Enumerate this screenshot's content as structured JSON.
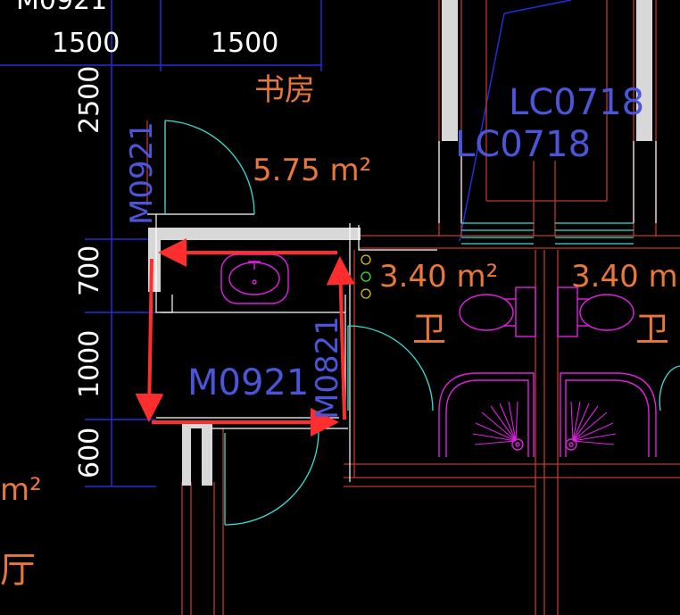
{
  "colors": {
    "background": "#000000",
    "wall_fill": "#d8d8d8",
    "red_line": "#c0392b",
    "blue_dim": "#1f2fd8",
    "blue_text": "#4b55d8",
    "orange_text": "#e9773a",
    "cyan": "#35e0d8",
    "magenta": "#e020e0",
    "arrow": "#ff2e2e"
  },
  "dimensions": {
    "top_partial": "M0921",
    "top_left": "1500",
    "top_right": "1500",
    "v_2500": "2500",
    "v_700": "700",
    "v_1000": "1000",
    "v_600": "600"
  },
  "rooms": {
    "study_name": "书房",
    "study_area": "5.75 m²",
    "bath_left_area": "3.40 m²",
    "bath_right_area": "3.40 m",
    "bath_left_name": "卫",
    "bath_right_name": "卫",
    "left_area_partial": "m²",
    "left_name_partial": "厅"
  },
  "door_window_codes": {
    "door_vertical": "M0921",
    "door_center": "M0921",
    "door_small": "M0821",
    "window_a": "LC0718",
    "window_b": "LC0718"
  },
  "icons": {
    "arrows": "red-arrow-icon",
    "basin": "wash-basin-icon",
    "toilet": "toilet-icon",
    "shower": "shower-icon"
  }
}
